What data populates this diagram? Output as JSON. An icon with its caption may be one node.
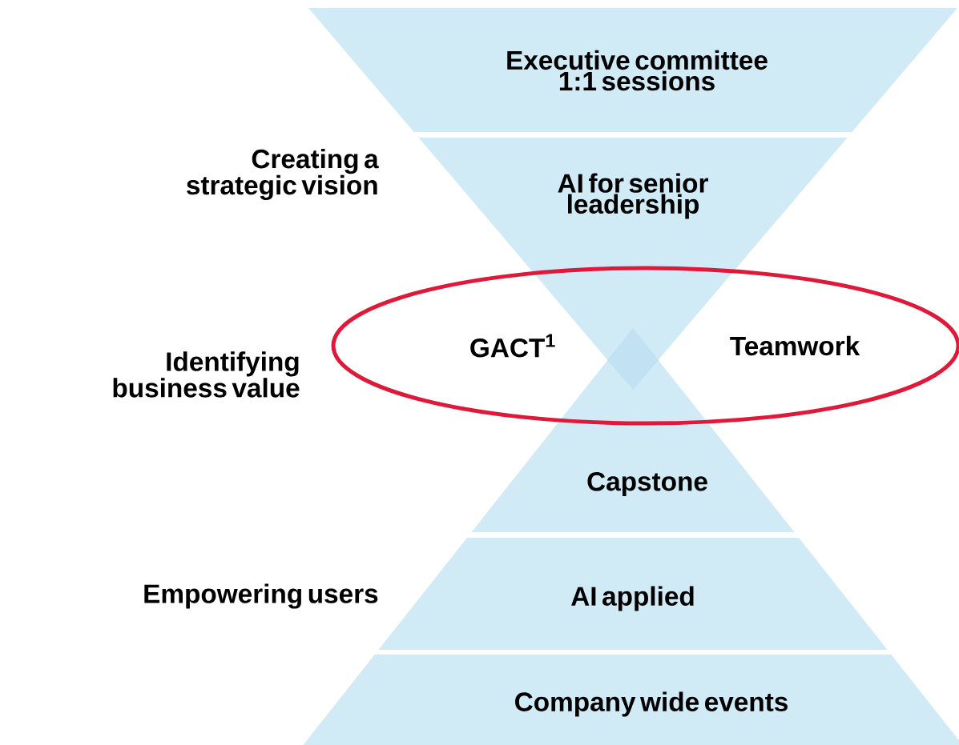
{
  "diagram": {
    "nodes": [
      {
        "text": [
          "Executive committee 1:1 sessions"
        ]
      },
      {
        "text": [
          "AI for senior leadership"
        ]
      },
      {
        "text": [
          "GACT$^{1}$",
          "Teamwork"
        ]
      },
      {
        "text": [
          "Capstone"
        ]
      },
      {
        "text": [
          "AI applied"
        ]
      },
      {
        "text": [
          "Company wide events"
        ]
      }
    ],
    "labels": [
      "Creating a strategic vision",
      "Identifying business value",
      "Empowering users"
    ]
  }
}
